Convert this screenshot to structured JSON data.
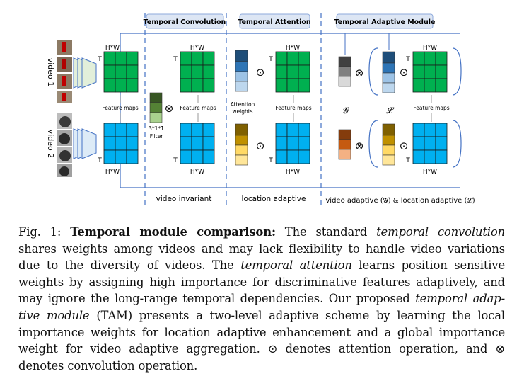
{
  "figure": {
    "stages": [
      {
        "header": "Temporal Convolution",
        "footer": "video invariant"
      },
      {
        "header": "Temporal Attention",
        "footer": "location adaptive"
      },
      {
        "header": "Temporal Adaptive Module",
        "footer": "video adaptive (𝓖) & location adaptive (𝓛)"
      }
    ],
    "videos": [
      "video 1",
      "video 2"
    ],
    "labels": {
      "hw": "H*W",
      "t": "T",
      "feature_maps": "Feature maps",
      "filter_size": "3*1*1",
      "filter": "Filter",
      "attention_weights_line1": "Attention",
      "attention_weights_line2": "weights",
      "g_symbol": "𝓖",
      "l_symbol": "𝓛",
      "attn_op": "⊙",
      "conv_op": "⊗"
    },
    "colors": {
      "green": "#00b050",
      "blue": "#00b0f0",
      "frame": "#4472c4",
      "header_bg": "#dde6f4",
      "filter_dark": "#375623",
      "filter_mid": "#548235",
      "filter_light": "#a9d18e",
      "attn_blue": [
        "#1f4e79",
        "#2e75b6",
        "#9dc3e6",
        "#bdd7ee"
      ],
      "attn_gold": [
        "#7f6000",
        "#bf9000",
        "#ffd966",
        "#ffe699"
      ],
      "g_gray": [
        "#404040",
        "#7f7f7f",
        "#d9d9d9"
      ],
      "g_orange": [
        "#843c0c",
        "#c55a11",
        "#f4b183"
      ]
    }
  },
  "caption": {
    "fig_label": "Fig. 1:",
    "title": "Temporal module comparison:",
    "segments": {
      "s1": "The standard",
      "s1i": "temporal convolution",
      "s2": "shares weights among videos and may lack flexibility to handle video variations",
      "s3": "due to the diversity of videos. The",
      "s3i": "temporal attention",
      "s4": "learns position sensitive",
      "s5": "weights by assigning high importance for discriminative features adaptively, and",
      "s6": "may ignore the long-range temporal dependencies. Our proposed",
      "s6i": "temporal adap-",
      "s7i": "tive module",
      "s7": "(TAM) presents a two-level adaptive scheme by learning the local",
      "s8": "importance weights for location adaptive enhancement and a global importance",
      "s9": "weight for video adaptive aggregation. ⊙ denotes attention operation, and ⊗",
      "s10": "denotes convolution operation."
    }
  }
}
